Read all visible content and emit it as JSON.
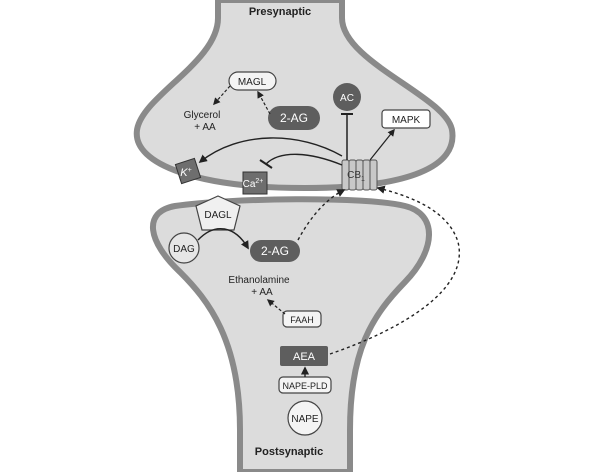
{
  "labels": {
    "presynaptic": "Presynaptic",
    "postsynaptic": "Postsynaptic"
  },
  "nodes": {
    "magl": "MAGL",
    "glycerol_line1": "Glycerol",
    "glycerol_line2": "+ AA",
    "two_ag_pre": "2-AG",
    "ac": "AC",
    "mapk": "MAPK",
    "k_channel": "K",
    "k_sup": "+",
    "ca_channel": "Ca",
    "ca_sup": "2+",
    "cb1": "CB",
    "cb1_sub": "1",
    "dagl": "DAGL",
    "dag": "DAG",
    "two_ag_post": "2-AG",
    "ethanolamine_line1": "Ethanolamine",
    "ethanolamine_line2": "+ AA",
    "faah": "FAAH",
    "aea": "AEA",
    "nape_pld": "NAPE-PLD",
    "nape": "NAPE"
  },
  "colors": {
    "membrane_fill": "#dcdcdc",
    "membrane_stroke": "#8a8a8a",
    "dark_node": "#5e5e5e",
    "light_node": "#e6e6e6",
    "channel_fill": "#6e6e6e"
  }
}
